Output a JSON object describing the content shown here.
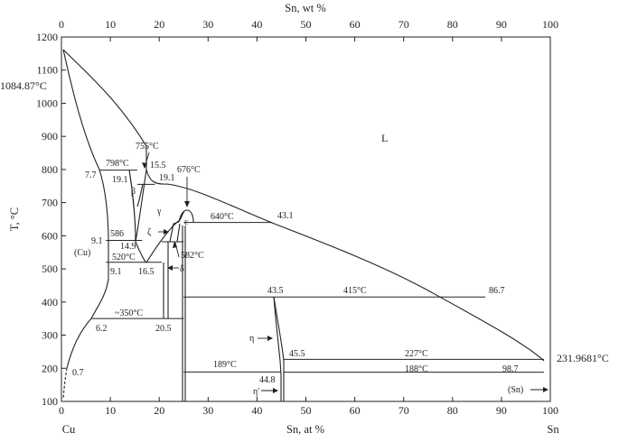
{
  "chart_data": {
    "type": "phase-diagram",
    "x_bottom": {
      "label": "Sn, at %",
      "range": [
        0,
        100
      ],
      "ticks": [
        0,
        10,
        20,
        30,
        40,
        50,
        60,
        70,
        80,
        90,
        100
      ]
    },
    "x_top": {
      "label": "Sn, wt %",
      "range": [
        0,
        100
      ],
      "ticks": [
        0,
        10,
        20,
        30,
        40,
        50,
        60,
        70,
        80,
        90,
        100
      ]
    },
    "y": {
      "label": "T, °C",
      "range": [
        100,
        1200
      ],
      "ticks": [
        100,
        200,
        300,
        400,
        500,
        600,
        700,
        800,
        900,
        1000,
        1100,
        1200
      ]
    },
    "endpoint_left": "Cu",
    "endpoint_right": "Sn",
    "melting_points": {
      "cu": "1084.87°C",
      "sn": "231.9681°C"
    },
    "phase_labels": [
      "L",
      "(Cu)",
      "β",
      "γ",
      "ζ",
      "ε",
      "δ",
      "η",
      "η'",
      "(Sn)"
    ],
    "annotations": {
      "t798": "798°C",
      "t755": "755°C",
      "t676": "676°C",
      "t640": "640°C",
      "t586": "586",
      "t520": "520°C",
      "t582": "582°C",
      "t350": "~350°C",
      "t415": "415°C",
      "t227": "227°C",
      "t189": "189°C",
      "t188": "188°C",
      "c7_7": "7.7",
      "c15_5": "15.5",
      "c19_1a": "19.1",
      "c19_1b": "19.1",
      "c9_1a": "9.1",
      "c14_9": "14.9",
      "c9_1b": "9.1",
      "c16_5": "16.5",
      "c43_1": "43.1",
      "c43_5": "43.5",
      "c86_7": "86.7",
      "c6_2": "6.2",
      "c20_5": "20.5",
      "c45_5": "45.5",
      "c0_7": "0.7",
      "c44_8": "44.8",
      "c98_7": "98.7"
    },
    "invariants": [
      {
        "T": 798,
        "x": [
          7.7,
          15.5
        ]
      },
      {
        "T": 755,
        "x": [
          15.5,
          19.1
        ]
      },
      {
        "T": 640,
        "x": [
          25,
          43.1
        ]
      },
      {
        "T": 586,
        "x": [
          9.1,
          16.5
        ]
      },
      {
        "T": 520,
        "x": [
          9.1,
          20.5
        ]
      },
      {
        "T": 582,
        "x": [
          20.5,
          25
        ]
      },
      {
        "T": 415,
        "x": [
          25,
          86.7
        ]
      },
      {
        "T": 350,
        "x": [
          6.2,
          25
        ]
      },
      {
        "T": 227,
        "x": [
          45.5,
          98.7
        ]
      },
      {
        "T": 189,
        "x": [
          25,
          44.8
        ]
      },
      {
        "T": 188,
        "x": [
          45.5,
          98.7
        ]
      }
    ],
    "grid": false,
    "legend": "none"
  }
}
